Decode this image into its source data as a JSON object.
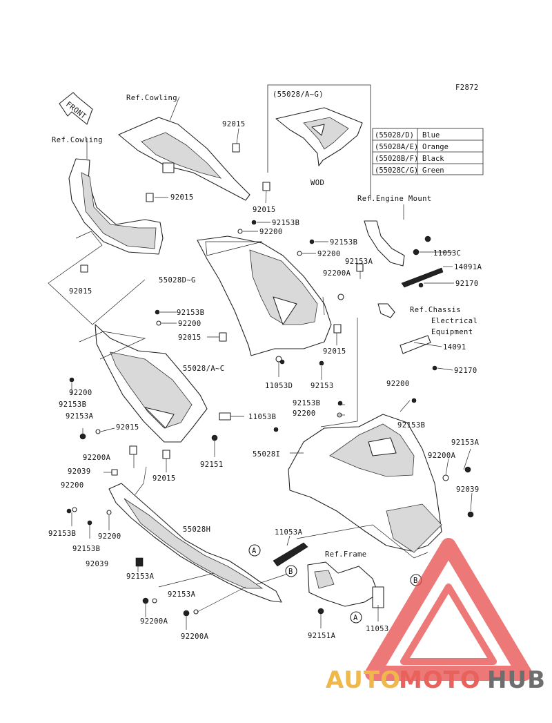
{
  "figure_code": "F2872",
  "front_label": "FRONT",
  "ref_labels": {
    "cowling_top": "Ref.Cowling",
    "cowling_left": "Ref.Cowling",
    "engine_mount": "Ref.Engine Mount",
    "chassis_line1": "Ref.Chassis",
    "chassis_line2": "Electrical",
    "chassis_line3": "Equipment",
    "frame": "Ref.Frame"
  },
  "inset": {
    "title": "(55028/A~G)",
    "note": "WOD"
  },
  "color_legend": [
    {
      "code": "(55028/D)",
      "color": "Blue"
    },
    {
      "code": "(55028A/E)",
      "color": "Orange"
    },
    {
      "code": "(55028B/F)",
      "color": "Black"
    },
    {
      "code": "(55028C/G)",
      "color": "Green"
    }
  ],
  "callouts": {
    "c1": "A",
    "c2": "B",
    "c3": "A",
    "c4": "B"
  },
  "part_labels": [
    "92015",
    "92015",
    "92015",
    "92015",
    "92153B",
    "92200",
    "92153B",
    "92200",
    "92153A",
    "92200A",
    "55028D~G",
    "11053C",
    "14091A",
    "92170",
    "92153B",
    "92200",
    "92015",
    "92015",
    "55028/A~C",
    "11053D",
    "92153",
    "14091",
    "92170",
    "92200",
    "92153B",
    "92153A",
    "92015",
    "11053B",
    "92200A",
    "92151",
    "92015",
    "92153B",
    "92200",
    "92200",
    "92153B",
    "92153A",
    "92200A",
    "55028I",
    "92039",
    "92039",
    "92200",
    "92153B",
    "92200",
    "92153B",
    "55028H",
    "92039",
    "11053A",
    "92153A",
    "92153A",
    "92200A",
    "92200A",
    "Ref.Frame",
    "92151A",
    "11053"
  ],
  "watermark": {
    "part1": "AUTO",
    "part2": "MOTO",
    "part3": "HUB"
  },
  "colors": {
    "watermark_triangle": "#e84b4b",
    "watermark_auto": "#f0b74a",
    "watermark_moto": "#e8615a",
    "watermark_hub": "#6e6e6e"
  }
}
